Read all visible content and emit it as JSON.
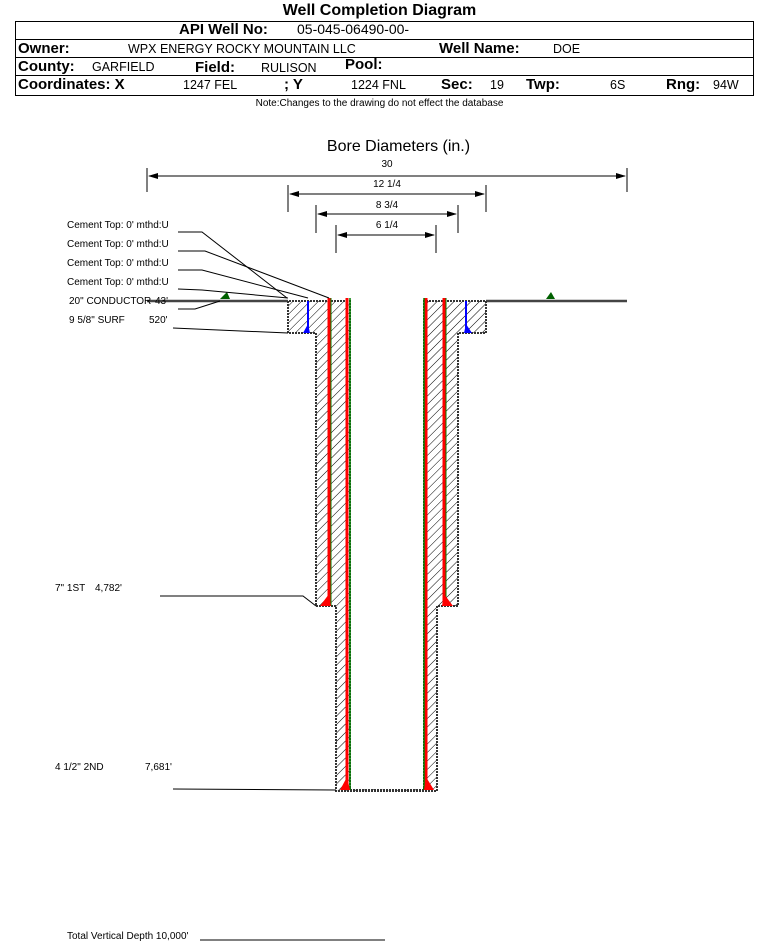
{
  "title": "Well Completion Diagram",
  "header": {
    "api_label": "API Well No:",
    "api_value": "05-045-06490-00-",
    "owner_label": "Owner:",
    "owner_value": "WPX ENERGY ROCKY MOUNTAIN LLC",
    "well_name_label": "Well Name:",
    "well_name_value": "DOE",
    "county_label": "County:",
    "county_value": "GARFIELD",
    "field_label": "Field:",
    "field_value": "RULISON",
    "pool_label": "Pool:",
    "pool_value": "",
    "coord_x_label": "Coordinates: X",
    "coord_x_value": "1247 FEL",
    "coord_y_label": "; Y",
    "coord_y_value": "1224 FNL",
    "sec_label": "Sec:",
    "sec_value": "19",
    "twp_label": "Twp:",
    "twp_value": "6S",
    "rng_label": "Rng:",
    "rng_value": "94W"
  },
  "note": "Note:Changes to the drawing do not effect the database",
  "bore_title": "Bore Diameters (in.)",
  "diameters": [
    "30",
    "12 1/4",
    "8 3/4",
    "6 1/4"
  ],
  "cement_tops": [
    "Cement Top: 0' mthd:U",
    "Cement Top: 0' mthd:U",
    "Cement Top: 0' mthd:U",
    "Cement Top: 0' mthd:U"
  ],
  "casings": [
    {
      "name": "20\" CONDUCTOR",
      "depth": "43'"
    },
    {
      "name": "9 5/8\" SURF",
      "depth": "520'"
    },
    {
      "name": "7\" 1ST",
      "depth": "4,782'"
    },
    {
      "name": "4 1/2\" 2ND",
      "depth": "7,681'"
    }
  ],
  "tvd": "Total Vertical Depth 10,000'",
  "colors": {
    "casing": "#ff0000",
    "inner": "#008000",
    "conductor": "#0000ff",
    "ground": "#006000"
  }
}
